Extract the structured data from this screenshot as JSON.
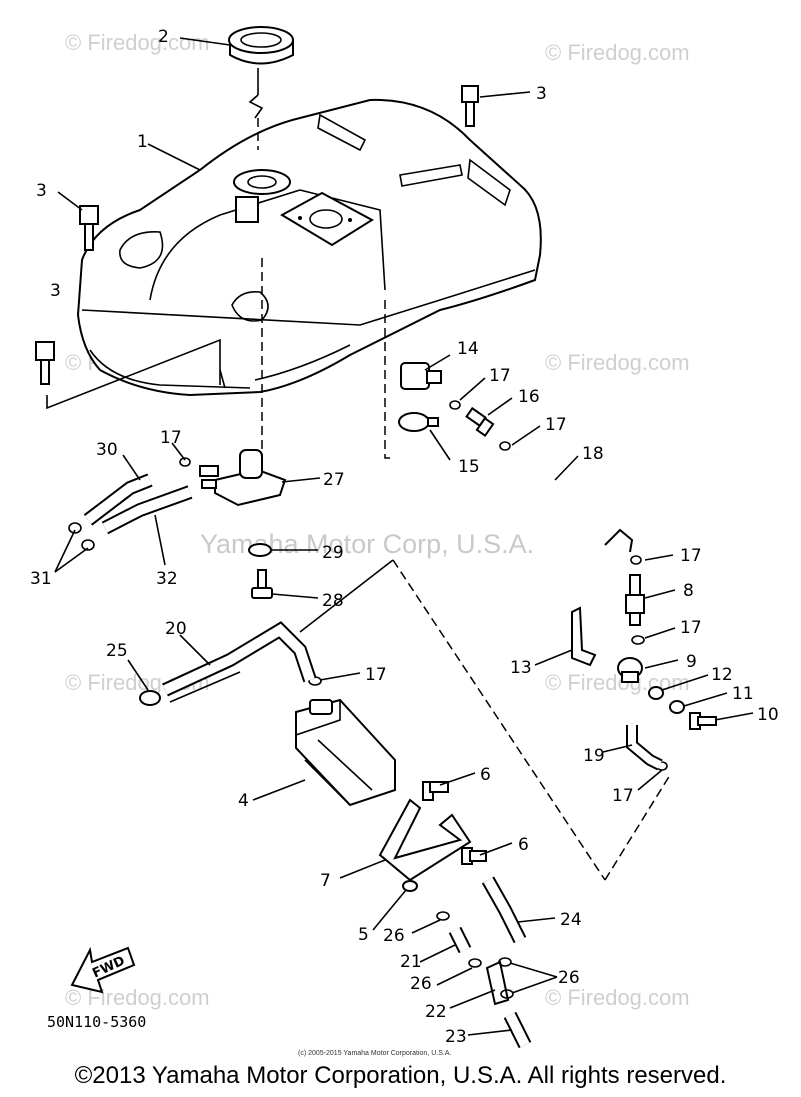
{
  "watermarks": {
    "site": "© Firedog.com",
    "center": "Yamaha Motor Corp, U.S.A."
  },
  "parts": {
    "p1": "1",
    "p2": "2",
    "p3a": "3",
    "p3b": "3",
    "p3c": "3",
    "p4": "4",
    "p5": "5",
    "p6a": "6",
    "p6b": "6",
    "p7": "7",
    "p8": "8",
    "p9": "9",
    "p10": "10",
    "p11": "11",
    "p12": "12",
    "p13": "13",
    "p14": "14",
    "p15": "15",
    "p16": "16",
    "p17a": "17",
    "p17b": "17",
    "p17c": "17",
    "p17d": "17",
    "p17e": "17",
    "p17f": "17",
    "p17g": "17",
    "p18": "18",
    "p19": "19",
    "p20": "20",
    "p21": "21",
    "p22": "22",
    "p23": "23",
    "p24": "24",
    "p25": "25",
    "p26a": "26",
    "p26b": "26",
    "p26c": "26",
    "p27": "27",
    "p28": "28",
    "p29": "29",
    "p30": "30",
    "p31": "31",
    "p32": "32"
  },
  "fwd_label": "FWD",
  "diagram_code": "50N110-5360",
  "small_copyright": "(c) 2005-2015 Yamaha Motor Corporation, U.S.A.",
  "footer_copyright": "©2013 Yamaha Motor Corporation, U.S.A. All rights reserved."
}
